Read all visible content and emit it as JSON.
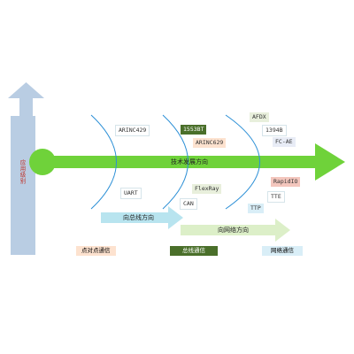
{
  "colors": {
    "main_arrow": "#6fd23a",
    "vertical_arrow": "#b9cde3",
    "sub_arrow": "#b8e4ef",
    "sub_arrow_network": "#dcefc8",
    "curve_color": "#2b8fd6",
    "vertical_text": "#c0322a"
  },
  "vertical_axis": {
    "label": "应用级别"
  },
  "main_arrow": {
    "label": "技术发展方向"
  },
  "sub_arrows": [
    {
      "label": "向总线方向"
    },
    {
      "label": "向网络方向"
    }
  ],
  "tags": {
    "arinc429": "ARINC429",
    "uart": "UART",
    "t1553bt": "1553BT",
    "arinc629": "ARINC629",
    "flexray": "FlexRay",
    "can": "CAN",
    "afdx": "AFDX",
    "t1394b": "1394B",
    "fcae": "FC-AE",
    "rapidio": "RapidIO",
    "tte": "TTE",
    "ttp": "TTP"
  },
  "legend": [
    {
      "label": "点对点通信"
    },
    {
      "label": "总线通信"
    },
    {
      "label": "网络通信"
    }
  ]
}
